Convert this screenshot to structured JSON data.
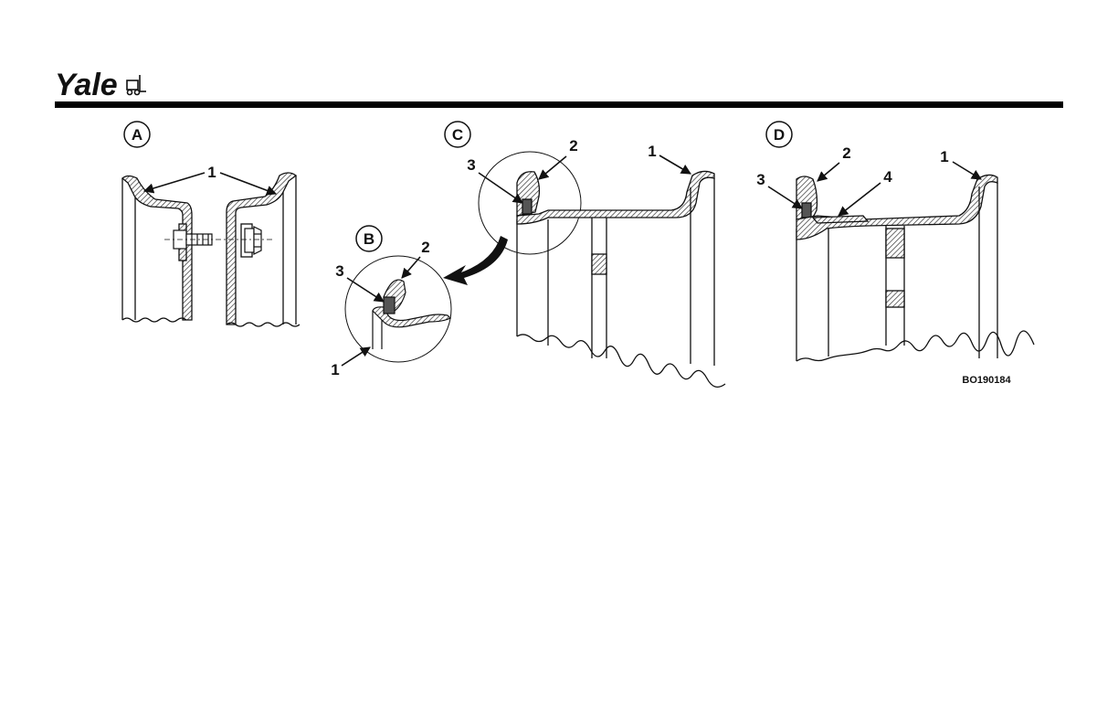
{
  "brand": {
    "logo_text": "Yale",
    "rule_color": "#000000"
  },
  "panels": {
    "a": {
      "letter": "A",
      "callouts": [
        "1"
      ]
    },
    "b": {
      "letter": "B",
      "callouts": [
        "2",
        "3",
        "1"
      ]
    },
    "c": {
      "letter": "C",
      "callouts": [
        "2",
        "3",
        "1"
      ]
    },
    "d": {
      "letter": "D",
      "callouts": [
        "2",
        "1",
        "3",
        "4"
      ]
    }
  },
  "figure_id": "BO190184",
  "colors": {
    "ink": "#111111",
    "hatch": "#333333",
    "paper": "#ffffff"
  }
}
